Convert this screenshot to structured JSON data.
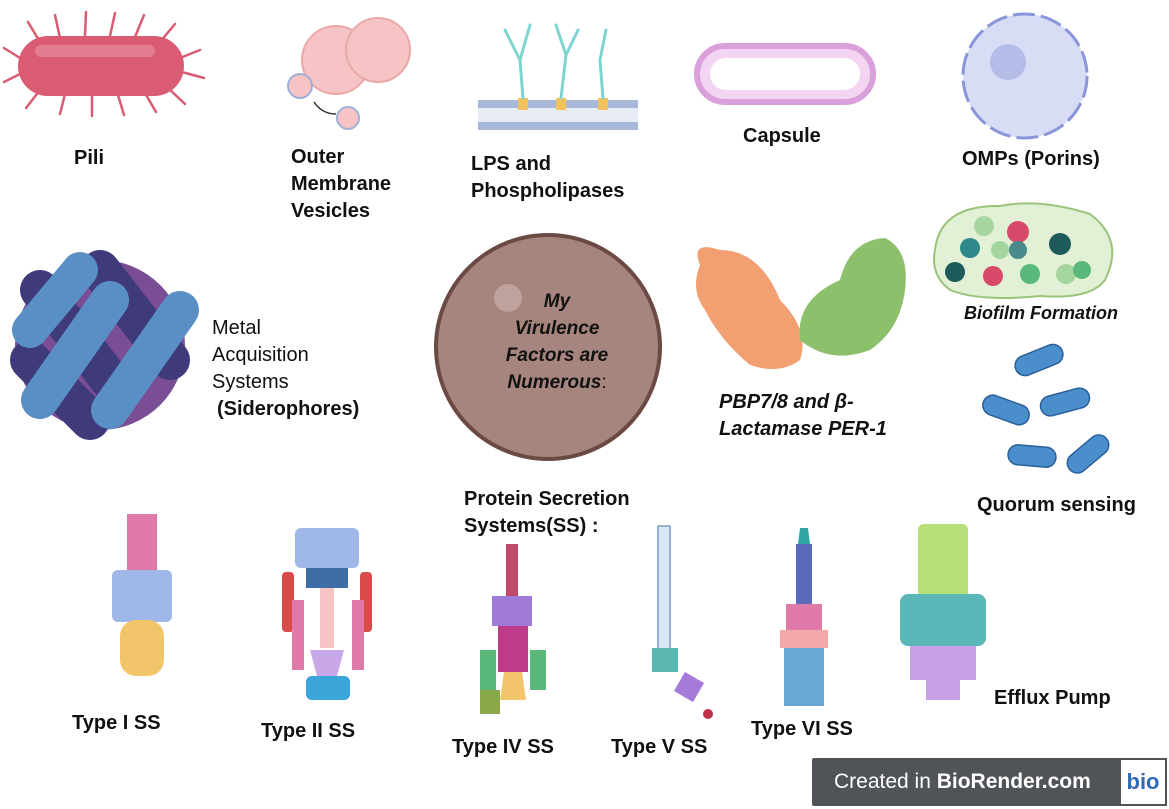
{
  "labels": {
    "pili": "Pili",
    "omv": [
      "Outer",
      "Membrane",
      "Vesicles"
    ],
    "lps": [
      "LPS and",
      "Phospholipases"
    ],
    "capsule": "Capsule",
    "omps": "OMPs (Porins)",
    "metal": [
      "Metal",
      "Acquisition",
      "Systems"
    ],
    "siderophores": "(Siderophores)",
    "center": [
      "My",
      "Virulence",
      "Factors are",
      "Numerous"
    ],
    "center_colon": ":",
    "pbp": [
      "PBP7/8 and β-",
      "Lactamase PER-1"
    ],
    "biofilm": "Biofilm Formation",
    "quorum": "Quorum sensing",
    "secretion": [
      "Protein Secretion",
      "Systems(SS) :"
    ],
    "type1": "Type I SS",
    "type2": "Type II SS",
    "type4": "Type IV SS",
    "type5": "Type V SS",
    "type6": "Type VI SS",
    "efflux": "Efflux Pump"
  },
  "badge": {
    "prefix": "Created in ",
    "brand": "BioRender.com",
    "logo": "bio"
  },
  "colors": {
    "pili": "#d95c72",
    "capsule": "#e4a8e8",
    "omp": "#d8dcf4",
    "center_cell": "#a6857e",
    "pbp": "#f2a071",
    "lactamase": "#8dc06a",
    "quorum_bacteria": "#4a8fcb",
    "siderophore_dark": "#3f3a7a",
    "siderophore_light": "#5a8fc6"
  }
}
